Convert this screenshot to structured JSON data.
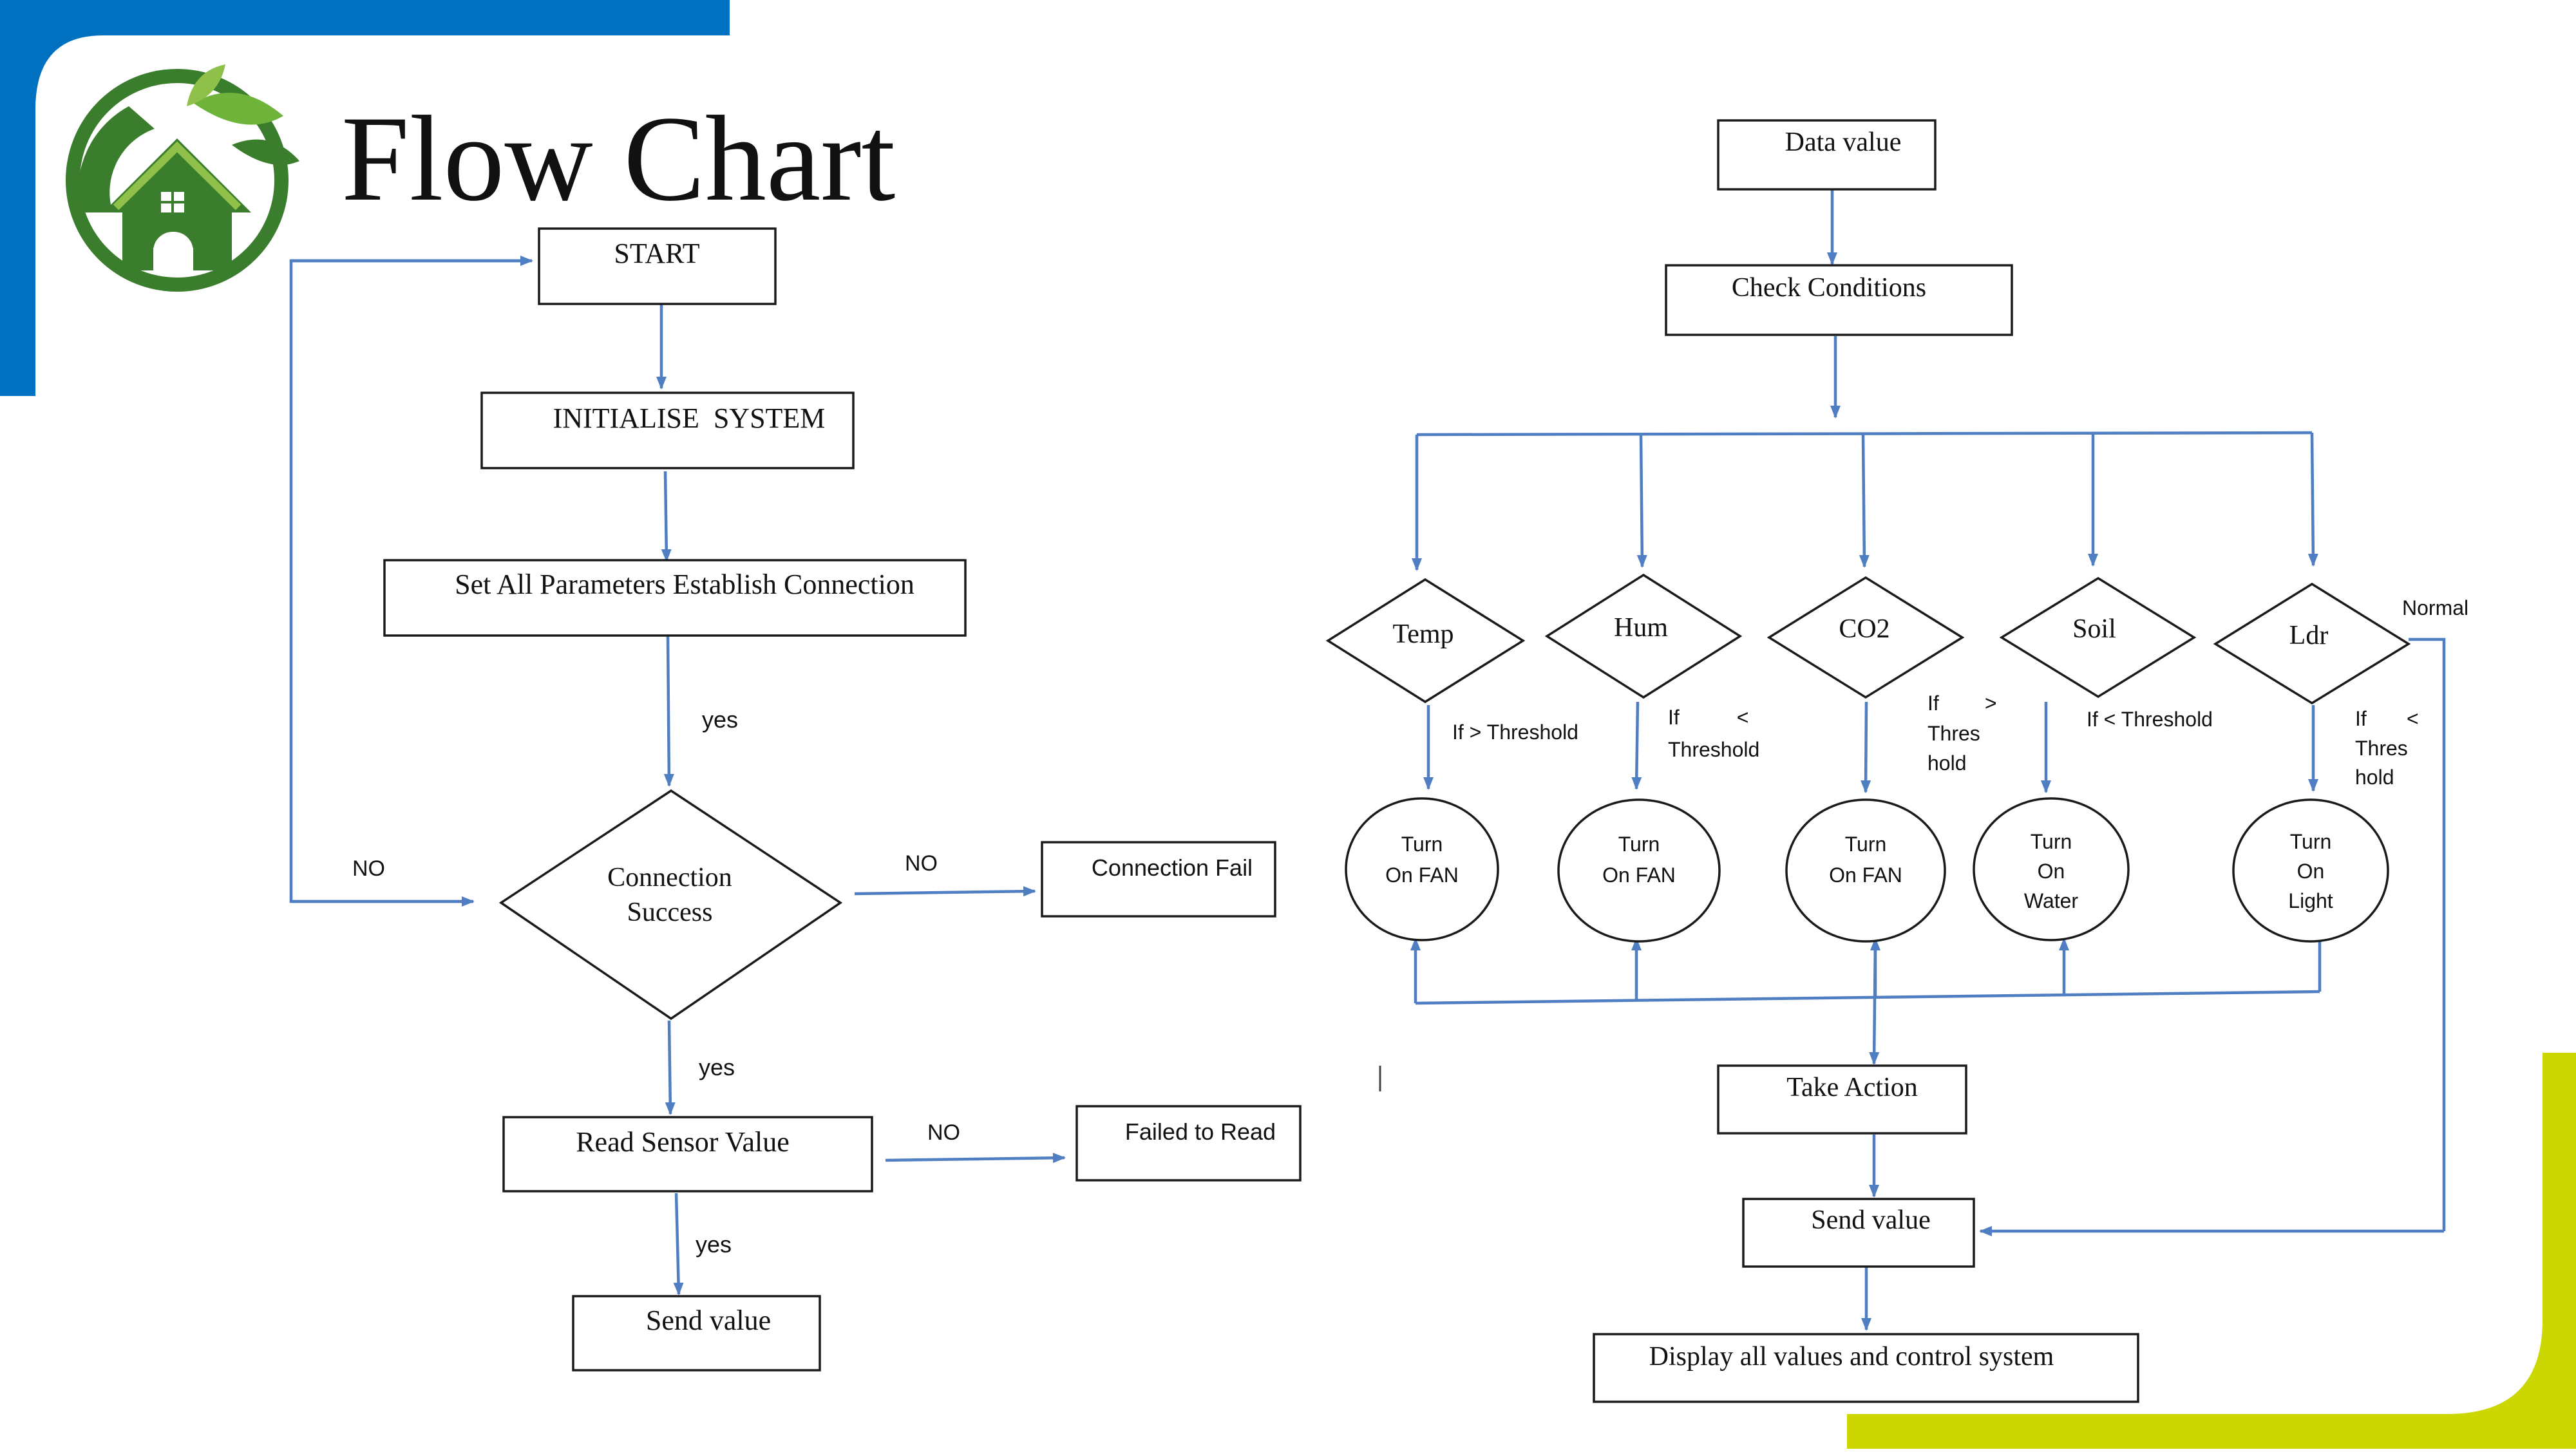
{
  "slide": {
    "title": "Flow Chart",
    "colors": {
      "blue": "#0070C0",
      "lime": "#CCD600",
      "arrow": "#4F7EC2",
      "logo_green": "#3A7D2C"
    },
    "logo_icon": "eco-house-icon"
  },
  "left_chart": {
    "start": "START",
    "initialise": "INITIALISE  SYSTEM",
    "set_params": "Set All Parameters Establish Connection",
    "yes_1": "yes",
    "decision_line1": "Connection",
    "decision_line2": "Success",
    "no_loop": "NO",
    "no_fail": "NO",
    "connection_fail": "Connection Fail",
    "yes_2": "yes",
    "read_sensor": "Read Sensor Value",
    "no_read": "NO",
    "failed_read": "Failed to Read",
    "yes_3": "yes",
    "send_value": "Send value"
  },
  "right_chart": {
    "data_value": "Data value",
    "check_conditions": "Check Conditions",
    "decisions": [
      {
        "label": "Temp",
        "cond_lines": [
          "If > Threshold"
        ],
        "action_lines": [
          "Turn",
          "On FAN"
        ]
      },
      {
        "label": "Hum",
        "cond_lines": [
          "If          <",
          "Threshold"
        ],
        "action_lines": [
          "Turn",
          "On FAN"
        ]
      },
      {
        "label": "CO2",
        "cond_lines": [
          "If        >",
          "Thres",
          "hold"
        ],
        "action_lines": [
          "Turn",
          "On FAN"
        ]
      },
      {
        "label": "Soil",
        "cond_lines": [
          "If < Threshold"
        ],
        "action_lines": [
          "Turn",
          "On",
          "Water"
        ]
      },
      {
        "label": "Ldr",
        "cond_lines": [
          "If       <",
          "Thres",
          "hold"
        ],
        "action_lines": [
          "Turn",
          "On",
          "Light"
        ]
      }
    ],
    "normal": "Normal",
    "take_action": "Take Action",
    "send_value": "Send value",
    "display": "Display all values and control system"
  }
}
